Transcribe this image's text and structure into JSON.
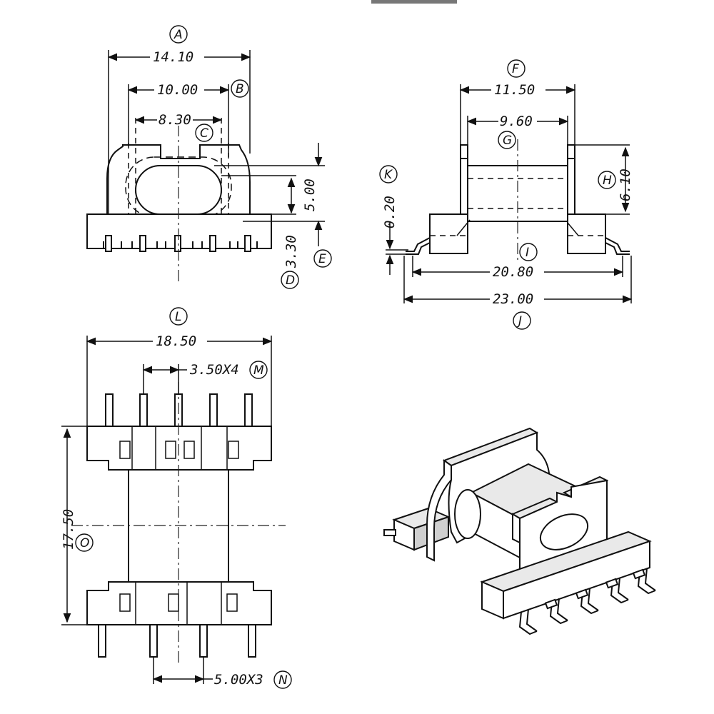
{
  "dimensions": {
    "A": "14.10",
    "B": "10.00",
    "C": "8.30",
    "E": "5.00",
    "D": "3.30",
    "F": "11.50",
    "G": "9.60",
    "H": "6.10",
    "K": "0.20",
    "I": "20.80",
    "J": "23.00",
    "L": "18.50",
    "M": "3.50X4",
    "O": "17.50",
    "N": "5.00X3"
  },
  "letters": {
    "A": "A",
    "B": "B",
    "C": "C",
    "D": "D",
    "E": "E",
    "F": "F",
    "G": "G",
    "H": "H",
    "I": "I",
    "J": "J",
    "K": "K",
    "L": "L",
    "M": "M",
    "N": "N",
    "O": "O"
  }
}
